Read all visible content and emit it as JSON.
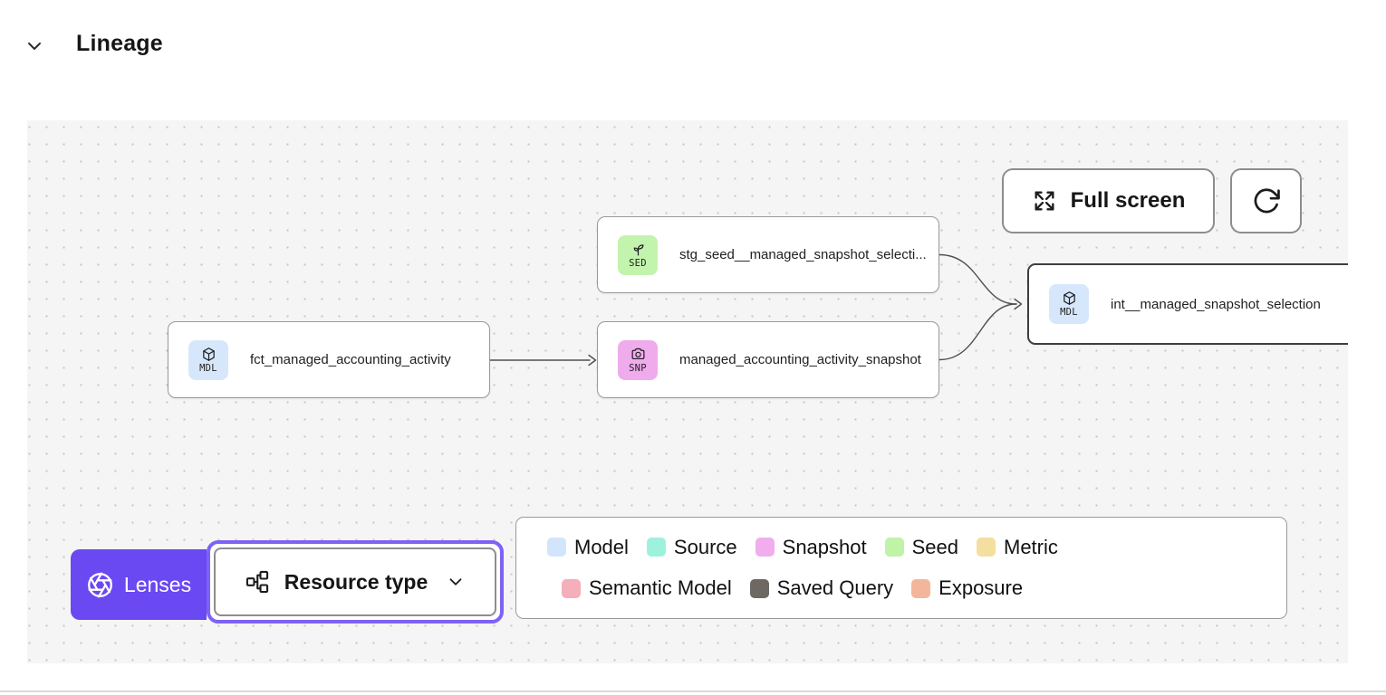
{
  "header": {
    "title": "Lineage"
  },
  "toolbar": {
    "full_screen": "Full screen"
  },
  "nodes": {
    "stg_seed": {
      "badge": "SED",
      "label": "stg_seed__managed_snapshot_selecti..."
    },
    "fct": {
      "badge": "MDL",
      "label": "fct_managed_accounting_activity"
    },
    "snp": {
      "badge": "SNP",
      "label": "managed_accounting_activity_snapshot"
    },
    "int": {
      "badge": "MDL",
      "label": "int__managed_snapshot_selection"
    }
  },
  "controls": {
    "lenses": "Lenses",
    "resource_type": "Resource type"
  },
  "legend": {
    "row1": [
      {
        "label": "Model",
        "color": "#d3e5fa"
      },
      {
        "label": "Source",
        "color": "#9ef2dd"
      },
      {
        "label": "Snapshot",
        "color": "#f0aeee"
      },
      {
        "label": "Seed",
        "color": "#bef3a8"
      },
      {
        "label": "Metric",
        "color": "#f3dfa0"
      }
    ],
    "row2": [
      {
        "label": "Semantic Model",
        "color": "#f4afba"
      },
      {
        "label": "Saved Query",
        "color": "#6e6862"
      },
      {
        "label": "Exposure",
        "color": "#f4b69a"
      }
    ]
  },
  "badge_colors": {
    "model": "#d7e7fb",
    "snapshot": "#efabec",
    "seed": "#c2f4ad"
  },
  "accent": {
    "purple": "#6a48f2",
    "focus_ring": "#7e62f6",
    "edge": "#4f4f4f"
  }
}
